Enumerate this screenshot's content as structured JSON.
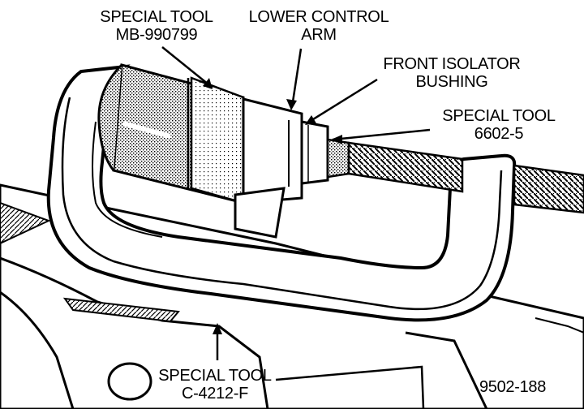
{
  "figure_id": "9502-188",
  "callouts": [
    {
      "line1": "SPECIAL TOOL",
      "line2": "MB-990799"
    },
    {
      "line1": "LOWER CONTROL",
      "line2": "ARM"
    },
    {
      "line1": "FRONT ISOLATOR",
      "line2": "BUSHING"
    },
    {
      "line1": "SPECIAL TOOL",
      "line2": "6602-5"
    },
    {
      "line1": "SPECIAL TOOL",
      "line2": "C-4212-F"
    }
  ],
  "colors": {
    "ink": "#000000",
    "paper": "#ffffff",
    "shade": "#9a9a9a"
  }
}
